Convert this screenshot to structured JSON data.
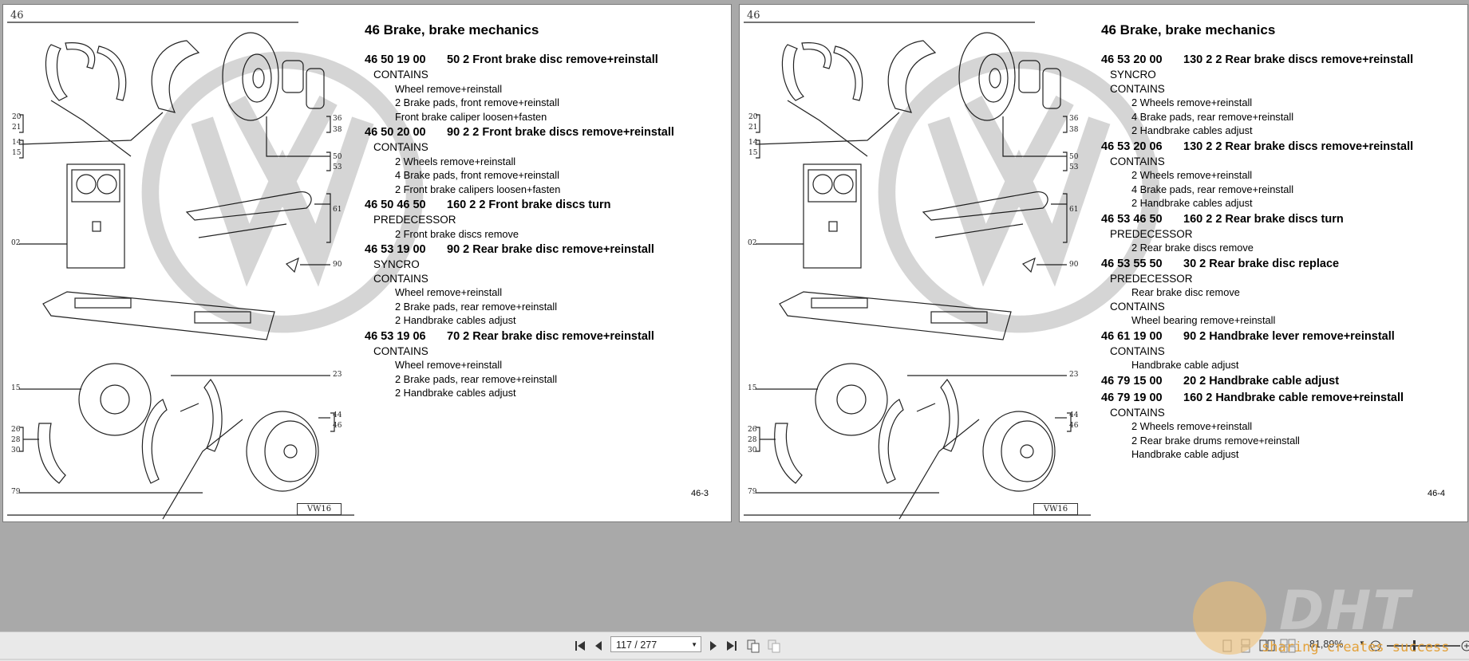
{
  "viewer": {
    "pages": [
      {
        "group_label": "46",
        "section_title": "46 Brake, brake mechanics",
        "page_number": "46-3",
        "figure_code": "VW16",
        "callouts": [
          "20",
          "21",
          "14",
          "15",
          "36",
          "38",
          "50",
          "53",
          "61",
          "02",
          "90",
          "23",
          "15",
          "26",
          "28",
          "30",
          "44",
          "46",
          "79"
        ],
        "operations": [
          {
            "number": "46 50 19 00",
            "title": "50 2 Front brake disc remove+reinstall",
            "blocks": [
              {
                "label": "CONTAINS",
                "items": [
                  "Wheel remove+reinstall",
                  "2 Brake pads, front remove+reinstall",
                  "Front brake caliper loosen+fasten"
                ]
              }
            ]
          },
          {
            "number": "46 50 20 00",
            "title": "90 2 2 Front brake discs remove+reinstall",
            "blocks": [
              {
                "label": "CONTAINS",
                "items": [
                  "2 Wheels remove+reinstall",
                  "4 Brake pads, front remove+reinstall",
                  "2 Front brake calipers loosen+fasten"
                ]
              }
            ]
          },
          {
            "number": "46 50 46 50",
            "title": "160 2 2 Front brake discs turn",
            "blocks": [
              {
                "label": "PREDECESSOR",
                "items": [
                  "2 Front brake discs remove"
                ]
              }
            ]
          },
          {
            "number": "46 53 19 00",
            "title": "90 2 Rear brake disc remove+reinstall",
            "blocks": [
              {
                "label": "SYNCRO",
                "items": []
              },
              {
                "label": "CONTAINS",
                "items": [
                  "Wheel remove+reinstall",
                  "2 Brake pads, rear remove+reinstall",
                  "2 Handbrake cables adjust"
                ]
              }
            ]
          },
          {
            "number": "46 53 19 06",
            "title": "70 2 Rear brake disc remove+reinstall",
            "blocks": [
              {
                "label": "CONTAINS",
                "items": [
                  "Wheel remove+reinstall",
                  "2 Brake pads, rear remove+reinstall",
                  "2 Handbrake cables adjust"
                ]
              }
            ]
          }
        ]
      },
      {
        "group_label": "46",
        "section_title": "46 Brake, brake mechanics",
        "page_number": "46-4",
        "figure_code": "VW16",
        "callouts": [
          "20",
          "21",
          "14",
          "15",
          "36",
          "38",
          "50",
          "53",
          "61",
          "02",
          "90",
          "23",
          "15",
          "26",
          "28",
          "30",
          "44",
          "46",
          "79"
        ],
        "operations": [
          {
            "number": "46 53 20 00",
            "title": "130 2 2 Rear brake discs remove+reinstall",
            "blocks": [
              {
                "label": "SYNCRO",
                "items": []
              },
              {
                "label": "CONTAINS",
                "items": [
                  "2 Wheels remove+reinstall",
                  "4 Brake pads, rear remove+reinstall",
                  "2 Handbrake cables adjust"
                ]
              }
            ]
          },
          {
            "number": "46 53 20 06",
            "title": "130 2 2 Rear brake discs remove+reinstall",
            "blocks": [
              {
                "label": "CONTAINS",
                "items": [
                  "2 Wheels remove+reinstall",
                  "4 Brake pads, rear remove+reinstall",
                  "2 Handbrake cables adjust"
                ]
              }
            ]
          },
          {
            "number": "46 53 46 50",
            "title": "160 2 2 Rear brake discs turn",
            "blocks": [
              {
                "label": "PREDECESSOR",
                "items": [
                  "2 Rear brake discs remove"
                ]
              }
            ]
          },
          {
            "number": "46 53 55 50",
            "title": "30 2 Rear brake disc replace",
            "blocks": [
              {
                "label": "PREDECESSOR",
                "items": [
                  "Rear brake disc remove"
                ]
              },
              {
                "label": "CONTAINS",
                "items": [
                  "Wheel bearing remove+reinstall"
                ]
              }
            ]
          },
          {
            "number": "46 61 19 00",
            "title": "90 2 Handbrake lever remove+reinstall",
            "blocks": [
              {
                "label": "CONTAINS",
                "items": [
                  "Handbrake cable adjust"
                ]
              }
            ]
          },
          {
            "number": "46 79 15 00",
            "title": "20 2 Handbrake cable adjust",
            "blocks": []
          },
          {
            "number": "46 79 19 00",
            "title": "160 2 Handbrake cable remove+reinstall",
            "blocks": [
              {
                "label": "CONTAINS",
                "items": [
                  "2 Wheels remove+reinstall",
                  "2 Rear brake drums remove+reinstall",
                  "Handbrake cable adjust"
                ]
              }
            ]
          }
        ]
      }
    ]
  },
  "toolbar": {
    "page_indicator": "117 / 277",
    "zoom": "81,89%",
    "icons": [
      "first-page-icon",
      "prev-page-icon",
      "next-page-icon",
      "last-page-icon",
      "continuous-pages-icon",
      "single-page-icon",
      "single-page-view-icon",
      "continuous-view-icon",
      "two-page-view-icon",
      "two-page-scroll-icon",
      "zoom-out-icon",
      "zoom-in-icon"
    ]
  },
  "watermark": {
    "brand": "DHT",
    "tagline": "sharing creates success"
  }
}
